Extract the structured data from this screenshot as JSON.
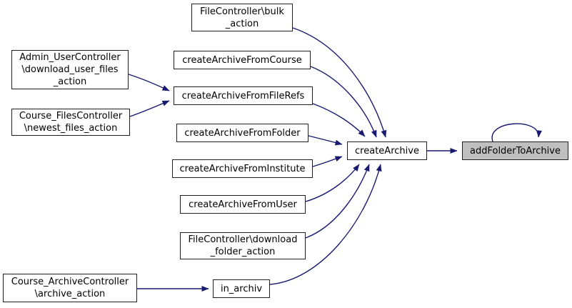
{
  "diagram": {
    "type": "call-graph",
    "background_color": "#ffffff",
    "edge_color": "#191970",
    "node_fill_color": "#ffffff",
    "node_border_color": "#1f1f1f",
    "highlight_fill_color": "#bfbfbf",
    "text_color": "#000000"
  },
  "nodes": [
    {
      "id": "bulk",
      "label": "FileController\\bulk\n_action",
      "highlighted": false
    },
    {
      "id": "admin",
      "label": "Admin_UserController\n\\download_user_files\n_action",
      "highlighted": false
    },
    {
      "id": "course",
      "label": "createArchiveFromCourse",
      "highlighted": false
    },
    {
      "id": "filerefs",
      "label": "createArchiveFromFileRefs",
      "highlighted": false
    },
    {
      "id": "coursefiles",
      "label": "Course_FilesController\n\\newest_files_action",
      "highlighted": false
    },
    {
      "id": "folder",
      "label": "createArchiveFromFolder",
      "highlighted": false
    },
    {
      "id": "createarchive",
      "label": "createArchive",
      "highlighted": false
    },
    {
      "id": "addfolder",
      "label": "addFolderToArchive",
      "highlighted": true
    },
    {
      "id": "institute",
      "label": "createArchiveFromInstitute",
      "highlighted": false
    },
    {
      "id": "user",
      "label": "createArchiveFromUser",
      "highlighted": false
    },
    {
      "id": "downloadfolder",
      "label": "FileController\\download\n_folder_action",
      "highlighted": false
    },
    {
      "id": "coursearchive",
      "label": "Course_ArchiveController\n\\archive_action",
      "highlighted": false
    },
    {
      "id": "inarchiv",
      "label": "in_archiv",
      "highlighted": false
    }
  ],
  "edges": [
    {
      "from": "FileController\\bulk_action",
      "to": "createArchive"
    },
    {
      "from": "Admin_UserController\\download_user_files_action",
      "to": "createArchiveFromFileRefs"
    },
    {
      "from": "Course_FilesController\\newest_files_action",
      "to": "createArchiveFromFileRefs"
    },
    {
      "from": "createArchiveFromCourse",
      "to": "createArchive"
    },
    {
      "from": "createArchiveFromFileRefs",
      "to": "createArchive"
    },
    {
      "from": "createArchiveFromFolder",
      "to": "createArchive"
    },
    {
      "from": "createArchiveFromInstitute",
      "to": "createArchive"
    },
    {
      "from": "createArchiveFromUser",
      "to": "createArchive"
    },
    {
      "from": "FileController\\download_folder_action",
      "to": "createArchive"
    },
    {
      "from": "Course_ArchiveController\\archive_action",
      "to": "in_archiv"
    },
    {
      "from": "in_archiv",
      "to": "createArchive"
    },
    {
      "from": "createArchive",
      "to": "addFolderToArchive"
    },
    {
      "from": "addFolderToArchive",
      "to": "addFolderToArchive"
    }
  ]
}
